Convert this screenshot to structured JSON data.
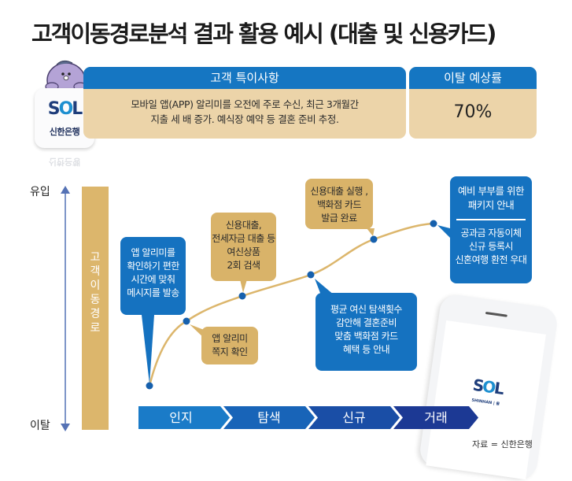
{
  "title": "고객이동경로분석 결과 활용 예시 (대출 및 신용카드)",
  "app_icon": {
    "logo": "SOL",
    "logo_parts": [
      "S",
      "O",
      "L"
    ],
    "name": "신한은행",
    "reflection": "신한은행",
    "mascot": "mascot-character"
  },
  "customer_note": {
    "header": "고객 특이사항",
    "lines": [
      "모바일 앱(APP) 알리미를 오전에 주로 수신, 최근 3개월간",
      "지출 세 배 증가. 예식장 예약 등 결혼 준비 추정."
    ]
  },
  "churn_rate": {
    "header": "이탈 예상률",
    "value": "70%"
  },
  "axis": {
    "top_label": "유입",
    "bottom_label": "이탈"
  },
  "journey_label": "고객이동경로",
  "journey_label_chars": [
    "고",
    "객",
    "이",
    "동",
    "경",
    "로"
  ],
  "curve": {
    "color": "#dcb66c",
    "point_color": "#1660ad",
    "points": [
      [
        190,
        490
      ],
      [
        237,
        408
      ],
      [
        308,
        376
      ],
      [
        395,
        349
      ],
      [
        475,
        304
      ],
      [
        551,
        284
      ]
    ]
  },
  "callouts": [
    {
      "type": "blue",
      "lines": [
        "앱 알리미를",
        "확인하기 편한",
        "시간에 맞춰",
        "메시지를 발송"
      ]
    },
    {
      "type": "tan",
      "lines": [
        "앱 알리미",
        "쪽지 확인"
      ]
    },
    {
      "type": "tan",
      "lines": [
        "신용대출,",
        "전세자금 대출 등",
        "여신상품",
        "2회 검색"
      ]
    },
    {
      "type": "blue",
      "lines": [
        "평균 여신 탐색횟수",
        "감안해 결혼준비",
        "맞춤 백화점 카드",
        "혜택 등 안내"
      ]
    },
    {
      "type": "tan",
      "lines": [
        "신용대출 실행 ,",
        "백화점 카드",
        "발급 완료"
      ]
    },
    {
      "type": "blue",
      "lines": [
        "예비 부부를 위한",
        "패키지 안내"
      ],
      "lines2": [
        "공과금 자동이체",
        "신규 등록시",
        "신혼여행 환전 우대"
      ]
    }
  ],
  "stages": [
    {
      "label": "인지",
      "color": "#1a7bc8"
    },
    {
      "label": "탐색",
      "color": "#1864b8"
    },
    {
      "label": "신규",
      "color": "#1a4ea6"
    },
    {
      "label": "거래",
      "color": "#1c3994"
    }
  ],
  "phone": {
    "logo": "SOL",
    "logo_parts": [
      "S",
      "O",
      "L"
    ],
    "subtitle": "SHINHAN | 쏠"
  },
  "source": "자료 = 신한은행",
  "colors": {
    "blue": "#1572c0",
    "tan": "#d9b369",
    "beige": "#ecd4a9",
    "bar": "#dcb66c"
  }
}
